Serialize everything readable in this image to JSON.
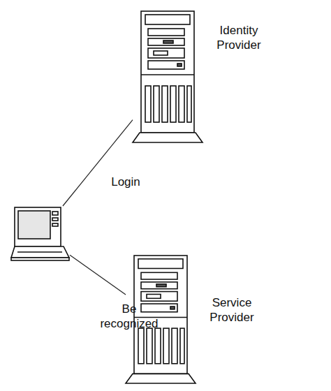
{
  "diagram": {
    "nodes": [
      {
        "text": [
          "Identity Provider"
        ]
      },
      {
        "text": []
      },
      {
        "text": [
          "Service Provider"
        ]
      }
    ],
    "edges": [
      {
        "from": 1,
        "to": 0,
        "label": "Login",
        "arrow": "none"
      },
      {
        "from": 1,
        "to": 2,
        "label": "Be recognized",
        "arrow": "none"
      }
    ]
  }
}
